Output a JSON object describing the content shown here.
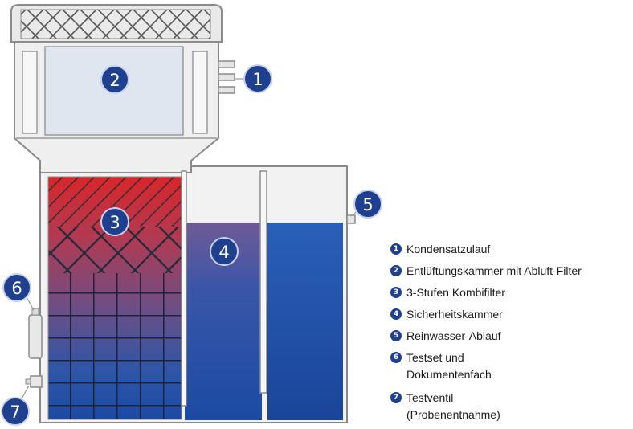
{
  "callouts": [
    "1",
    "2",
    "3",
    "4",
    "5",
    "6",
    "7"
  ],
  "legend": [
    {
      "num": "1",
      "text": "Kondensatzulauf"
    },
    {
      "num": "2",
      "text": "Entlüftungskammer mit Abluft-Filter"
    },
    {
      "num": "3",
      "text": "3-Stufen Kombifilter"
    },
    {
      "num": "4",
      "text": "Sicherheitskammer"
    },
    {
      "num": "5",
      "text": "Reinwasser-Ablauf"
    },
    {
      "num": "6",
      "text": "Testset und\nDokumentenfach"
    },
    {
      "num": "7",
      "text": "Testventil\n(Probenentnahme)"
    }
  ],
  "colors": {
    "badge": "#1f3f8f",
    "water": "#1b4aa3",
    "filter_top": "#d8262b",
    "outline": "#8a8a8a",
    "housing": "#e9e9e9"
  }
}
